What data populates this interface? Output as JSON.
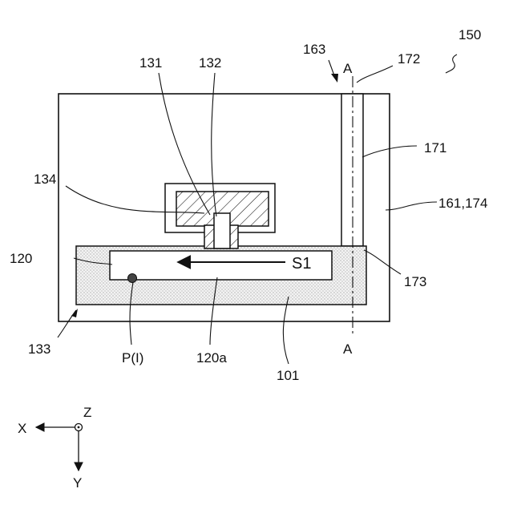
{
  "labels": {
    "ref_150": "150",
    "ref_163": "163",
    "ref_172": "172",
    "section_a_top": "A",
    "section_a_bottom": "A",
    "ref_131": "131",
    "ref_132": "132",
    "ref_134": "134",
    "ref_171": "171",
    "ref_161_174": "161,174",
    "ref_120": "120",
    "flow_s1": "S1",
    "ref_173": "173",
    "ref_133": "133",
    "point_p": "P(I)",
    "ref_120a": "120a",
    "ref_101": "101"
  },
  "axes": {
    "x": "X",
    "y": "Y",
    "z": "Z"
  },
  "colors": {
    "line": "#111111",
    "dots": "#555555",
    "fill_light": "#f2f2f2"
  }
}
